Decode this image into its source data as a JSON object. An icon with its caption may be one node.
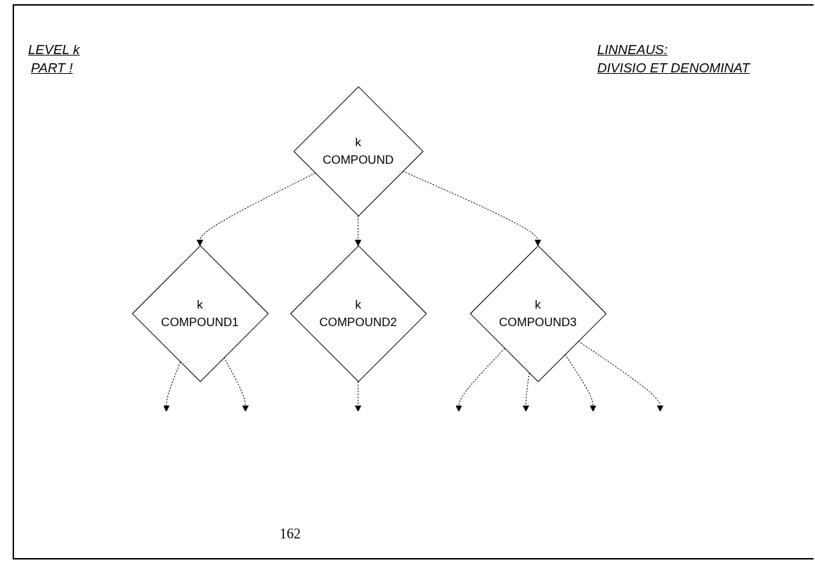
{
  "diagram": {
    "nodes": [
      {
        "text": [
          "k",
          "COMPOUND"
        ]
      },
      {
        "text": [
          "k",
          "COMPOUND1"
        ]
      },
      {
        "text": [
          "k",
          "COMPOUND2"
        ]
      },
      {
        "text": [
          "k",
          "COMPOUND3"
        ]
      }
    ],
    "edges": [
      {
        "from": 0,
        "to": 1,
        "arrow": "to",
        "style": "dashed"
      },
      {
        "from": 0,
        "to": 2,
        "arrow": "to",
        "style": "dashed"
      },
      {
        "from": 0,
        "to": 3,
        "arrow": "to",
        "style": "dashed"
      },
      {
        "from": 1,
        "to": null,
        "arrow": "to",
        "style": "dashed"
      },
      {
        "from": 1,
        "to": null,
        "arrow": "to",
        "style": "dashed"
      },
      {
        "from": 2,
        "to": null,
        "arrow": "to",
        "style": "dashed"
      },
      {
        "from": 3,
        "to": null,
        "arrow": "to",
        "style": "dashed"
      },
      {
        "from": 3,
        "to": null,
        "arrow": "to",
        "style": "dashed"
      },
      {
        "from": 3,
        "to": null,
        "arrow": "to",
        "style": "dashed"
      },
      {
        "from": 3,
        "to": null,
        "arrow": "to",
        "style": "dashed"
      }
    ],
    "labels": [
      "LEVEL k",
      "PART !",
      "LINNEAUS:",
      "DIVISIO ET DENOMINAT",
      "162"
    ]
  }
}
